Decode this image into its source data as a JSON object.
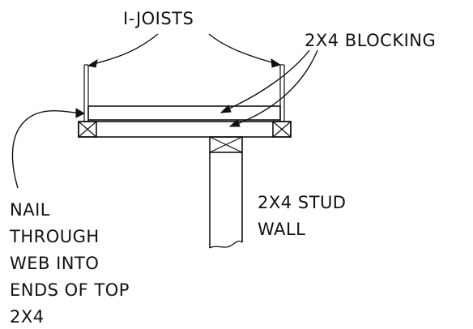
{
  "labels": {
    "i_joists": "I-JOISTS",
    "blocking": "2X4 BLOCKING",
    "stud_wall_line1": "2X4 STUD",
    "stud_wall_line2": "WALL",
    "nail_line1": "NAIL",
    "nail_line2": "THROUGH",
    "nail_line3": "WEB INTO",
    "nail_line4": "ENDS OF TOP",
    "nail_line5": "2X4"
  }
}
